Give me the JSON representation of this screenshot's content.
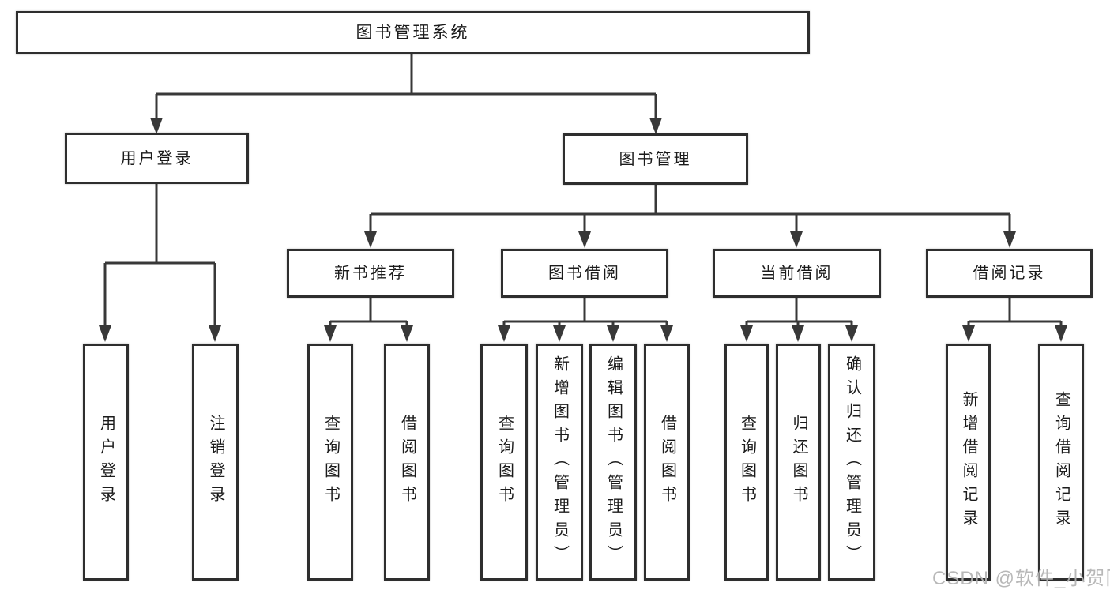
{
  "diagram_title": "图书管理系统",
  "tree": {
    "label": "图书管理系统",
    "children": [
      {
        "label": "用户登录",
        "children": [
          {
            "label": "用户登录"
          },
          {
            "label": "注销登录"
          }
        ]
      },
      {
        "label": "图书管理",
        "children": [
          {
            "label": "新书推荐",
            "children": [
              {
                "label": "查询图书"
              },
              {
                "label": "借阅图书"
              }
            ]
          },
          {
            "label": "图书借阅",
            "children": [
              {
                "label": "查询图书"
              },
              {
                "label": "新增图书（管理员）"
              },
              {
                "label": "编辑图书（管理员）"
              },
              {
                "label": "借阅图书"
              }
            ]
          },
          {
            "label": "当前借阅",
            "children": [
              {
                "label": "查询图书"
              },
              {
                "label": "归还图书"
              },
              {
                "label": "确认归还（管理员）"
              }
            ]
          },
          {
            "label": "借阅记录",
            "children": [
              {
                "label": "新增借阅记录"
              },
              {
                "label": "查询借阅记录"
              }
            ]
          }
        ]
      }
    ]
  },
  "watermark": {
    "text": "CSDN @软件_小贺同学"
  },
  "colors": {
    "line": "#383838",
    "box_border": "#2e2e2e",
    "box_fill": "#ffffff",
    "text": "#1b1b1b",
    "watermark": "#b2b2b2",
    "background": "#ffffff"
  }
}
